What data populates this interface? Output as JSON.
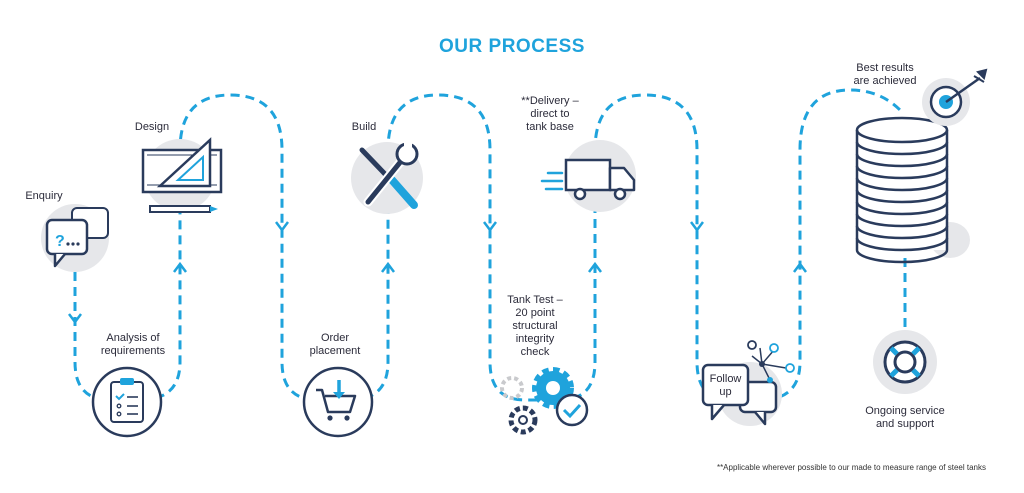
{
  "title": "OUR PROCESS",
  "steps": {
    "enquiry": "Enquiry",
    "analysis_1": "Analysis of",
    "analysis_2": "requirements",
    "design": "Design",
    "order_1": "Order",
    "order_2": "placement",
    "build": "Build",
    "tank_test_1": "Tank Test –",
    "tank_test_2": "20 point",
    "tank_test_3": "structural",
    "tank_test_4": "integrity",
    "tank_test_5": "check",
    "delivery_1": "**Delivery –",
    "delivery_2": "direct to",
    "delivery_3": "tank base",
    "follow_up_1": "Follow",
    "follow_up_2": "up",
    "best_results_1": "Best results",
    "best_results_2": "are achieved",
    "ongoing_1": "Ongoing service",
    "ongoing_2": "and support"
  },
  "footnote": "**Applicable wherever possible to our made to measure range of steel tanks",
  "colors": {
    "accent": "#1fa3dc",
    "dark": "#2a3b5c",
    "light_circle": "#e6e7ea"
  },
  "icons": [
    "question-speech-bubbles-icon",
    "clipboard-checklist-icon",
    "blueprint-set-square-icon",
    "shopping-cart-download-icon",
    "wrench-screwdriver-icon",
    "gears-check-icon",
    "delivery-truck-icon",
    "chat-bubbles-network-icon",
    "steel-tank-icon",
    "target-arrow-icon",
    "lifebuoy-icon"
  ]
}
